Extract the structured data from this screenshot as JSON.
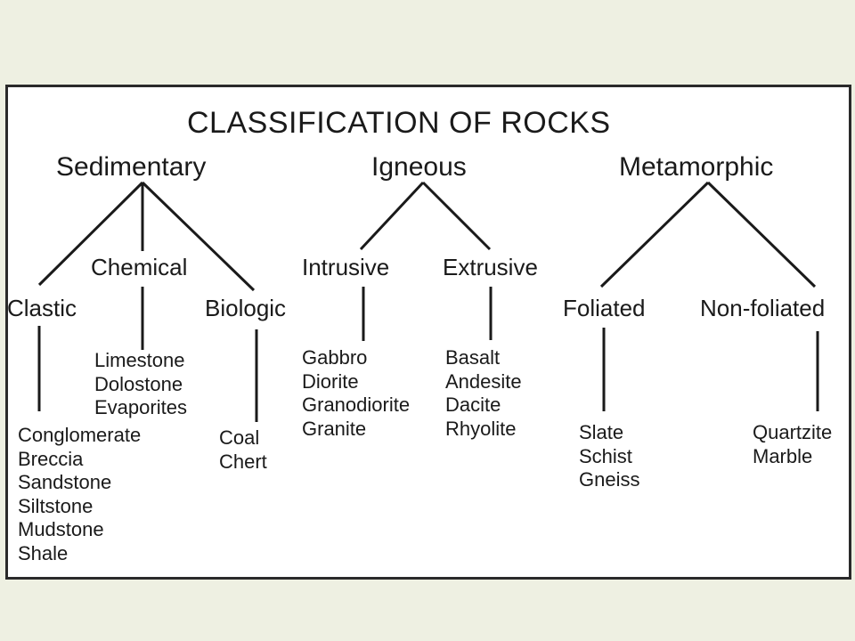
{
  "title": "CLASSIFICATION OF ROCKS",
  "sedimentary": {
    "label": "Sedimentary",
    "clastic": {
      "label": "Clastic",
      "examples": [
        "Conglomerate",
        "Breccia",
        "Sandstone",
        "Siltstone",
        "Mudstone",
        "Shale"
      ]
    },
    "chemical": {
      "label": "Chemical",
      "examples": [
        "Limestone",
        "Dolostone",
        "Evaporites"
      ]
    },
    "biologic": {
      "label": "Biologic",
      "examples": [
        "Coal",
        "Chert"
      ]
    }
  },
  "igneous": {
    "label": "Igneous",
    "intrusive": {
      "label": "Intrusive",
      "examples": [
        "Gabbro",
        "Diorite",
        "Granodiorite",
        "Granite"
      ]
    },
    "extrusive": {
      "label": "Extrusive",
      "examples": [
        "Basalt",
        "Andesite",
        "Dacite",
        "Rhyolite"
      ]
    }
  },
  "metamorphic": {
    "label": "Metamorphic",
    "foliated": {
      "label": "Foliated",
      "examples": [
        "Slate",
        "Schist",
        "Gneiss"
      ]
    },
    "non_foliated": {
      "label": "Non-foliated",
      "examples": [
        "Quartzite",
        "Marble"
      ]
    }
  },
  "colors": {
    "background": "#eef0e2",
    "panel": "#ffffff",
    "ink": "#1a1a1a"
  }
}
